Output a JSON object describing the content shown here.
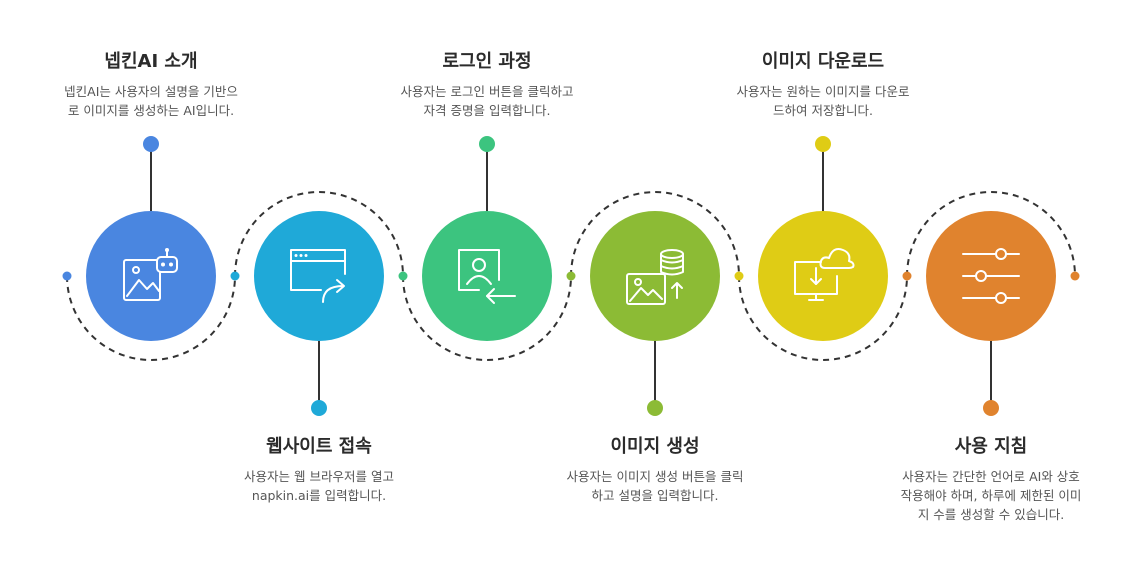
{
  "steps": [
    {
      "title": "넵킨AI 소개",
      "desc_lines": [
        "넵킨AI는 사용자의 설명을 기반으",
        "로 이미지를 생성하는 AI입니다."
      ],
      "color": "#4a86e0",
      "icon": "robot-image-icon"
    },
    {
      "title": "웹사이트 접속",
      "desc_lines": [
        "사용자는 웹 브라우저를 열고",
        "napkin.ai를 입력합니다."
      ],
      "color": "#1fa9d8",
      "icon": "browser-arrow-icon"
    },
    {
      "title": "로그인 과정",
      "desc_lines": [
        "사용자는 로그인 버튼을 클릭하고",
        "자격 증명을 입력합니다."
      ],
      "color": "#3cc47f",
      "icon": "user-login-icon"
    },
    {
      "title": "이미지 생성",
      "desc_lines": [
        "사용자는 이미지 생성 버튼을 클릭",
        "하고 설명을 입력합니다."
      ],
      "color": "#8cbb35",
      "icon": "image-database-icon"
    },
    {
      "title": "이미지 다운로드",
      "desc_lines": [
        "사용자는 원하는 이미지를 다운로",
        "드하여 저장합니다."
      ],
      "color": "#dfcc15",
      "icon": "cloud-download-icon"
    },
    {
      "title": "사용 지침",
      "desc_lines": [
        "사용자는 간단한 언어로 AI와 상호",
        "작용해야 하며, 하루에 제한된 이미",
        "지 수를 생성할 수 있습니다."
      ],
      "color": "#e0832e",
      "icon": "sliders-icon"
    }
  ]
}
